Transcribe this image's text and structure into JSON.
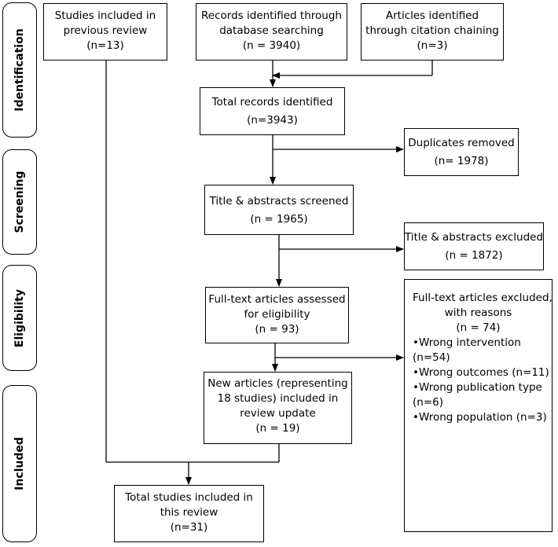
{
  "phases": [
    {
      "label": "Identification"
    },
    {
      "label": "Screening"
    },
    {
      "label": "Eligibility"
    },
    {
      "label": "Included"
    }
  ],
  "boxes": {
    "previous_review": {
      "lines": [
        "Studies included in",
        "previous review",
        "(n=13)"
      ]
    },
    "database_search": {
      "lines": [
        "Records identified through",
        "database searching",
        "(n =  3940)"
      ]
    },
    "citation_chaining": {
      "lines": [
        "Articles identified",
        "through citation chaining",
        "(n=3)"
      ]
    },
    "total_identified": {
      "lines": [
        "Total records identified",
        "(n=3943)"
      ]
    },
    "duplicates_removed": {
      "lines": [
        "Duplicates removed",
        "(n= 1978)"
      ]
    },
    "screened": {
      "lines": [
        "Title & abstracts screened",
        "(n = 1965)"
      ]
    },
    "abstracts_excluded": {
      "lines": [
        "Title & abstracts excluded",
        "(n = 1872)"
      ]
    },
    "fulltext_assessed": {
      "lines": [
        "Full-text articles assessed",
        "for eligibility",
        "(n = 93)"
      ]
    },
    "fulltext_excluded": {
      "header": [
        "Full-text articles excluded,",
        "with reasons",
        "(n = 74)"
      ],
      "bullets": [
        "•Wrong intervention",
        "(n=54)",
        "•Wrong outcomes (n=11)",
        "•Wrong publication type",
        "(n=6)",
        "•Wrong population (n=3)"
      ]
    },
    "new_articles": {
      "lines": [
        "New articles (representing",
        "18 studies) included in",
        "review update",
        "(n = 19)"
      ]
    },
    "total_included": {
      "lines": [
        "Total studies included in",
        "this review",
        "(n=31)"
      ]
    }
  }
}
